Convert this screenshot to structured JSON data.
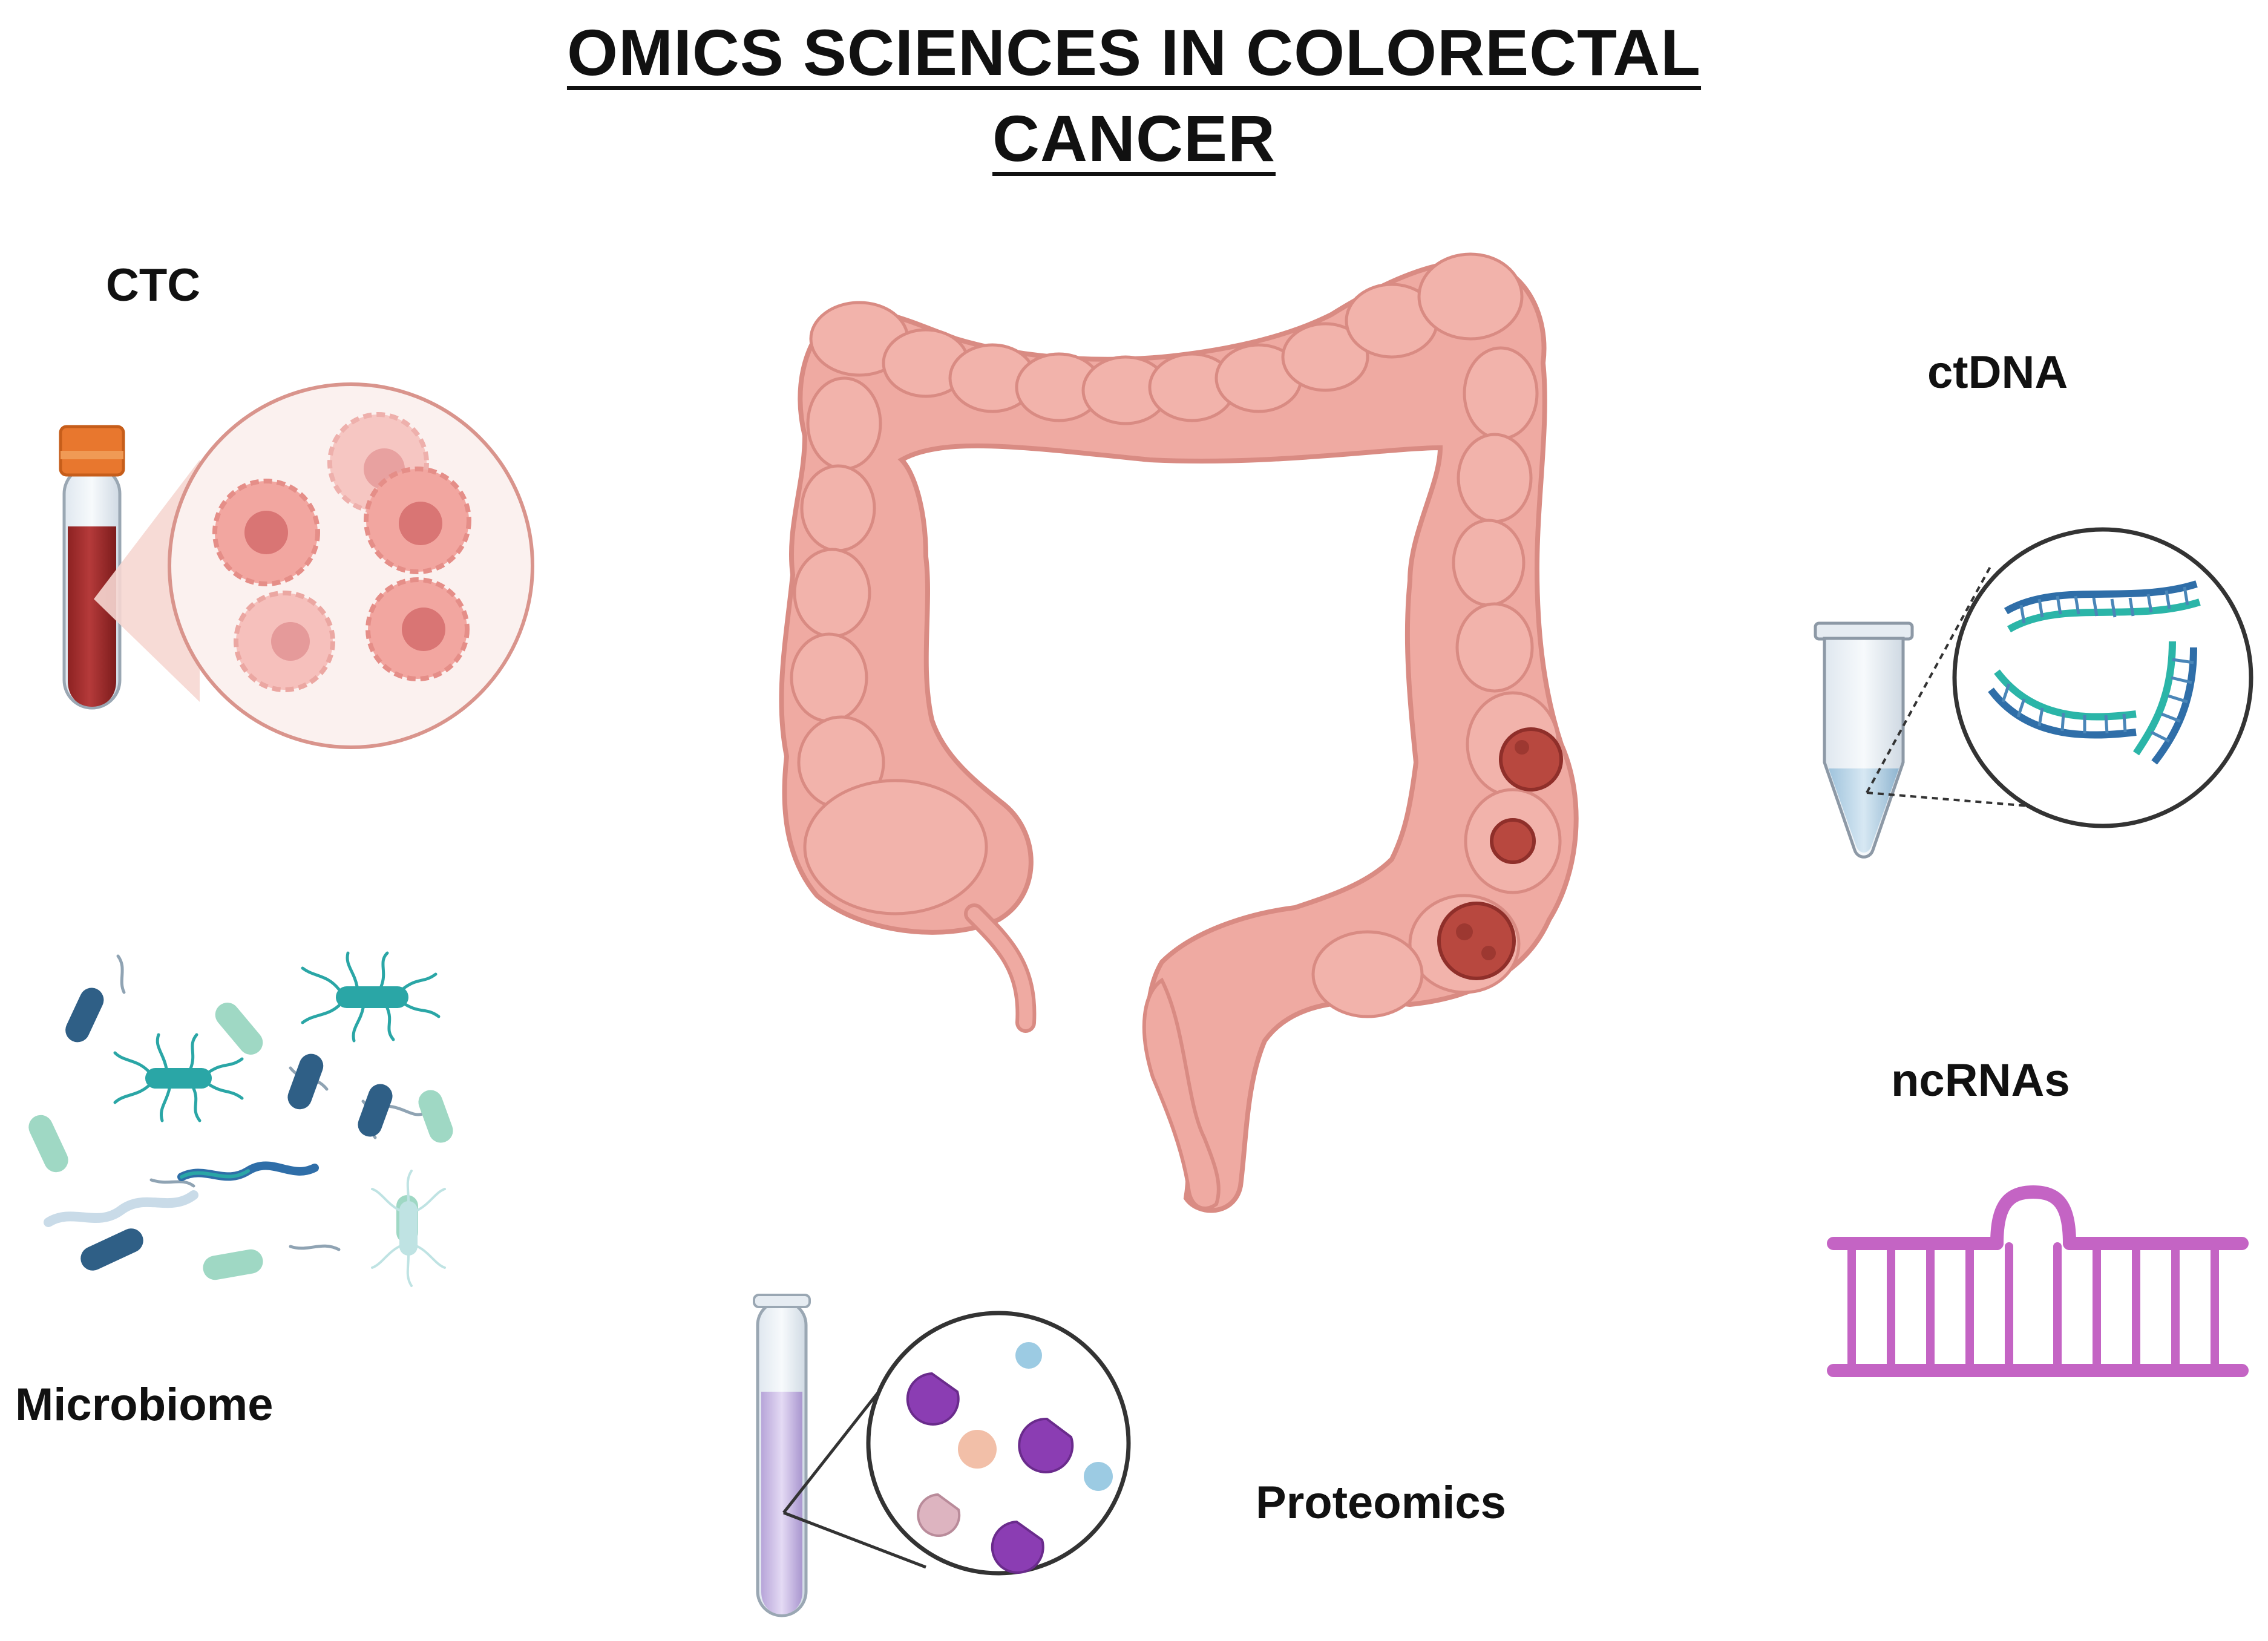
{
  "title": {
    "line1": "OMICS SCIENCES IN COLORECTAL",
    "line2": "CANCER"
  },
  "labels": {
    "ctc": "CTC",
    "ctdna": "ctDNA",
    "ncrnas": "ncRNAs",
    "microbiome": "Microbiome",
    "proteomics": "Proteomics"
  },
  "colors": {
    "colon_fill": "#efaaa2",
    "colon_stroke": "#d98b83",
    "tumor": "#b8483f",
    "blood": "#a72e2e",
    "cap": "#e8772e",
    "dna": "#2f6ea8",
    "dna_light": "#2bb5a8",
    "ncrna": "#c464c4",
    "protein": "#8b3db3",
    "bacteria_dark": "#2f5f86",
    "bacteria_teal": "#2aa6a6",
    "bacteria_mint": "#9fd8c4"
  },
  "icons": [
    "blood-tube-icon",
    "cell-magnifier-icon",
    "colon-icon",
    "tumor-icon",
    "microtube-icon",
    "dna-fragment-icon",
    "ncrna-hairpin-icon",
    "bacteria-icon",
    "test-tube-icon",
    "protein-icon"
  ]
}
